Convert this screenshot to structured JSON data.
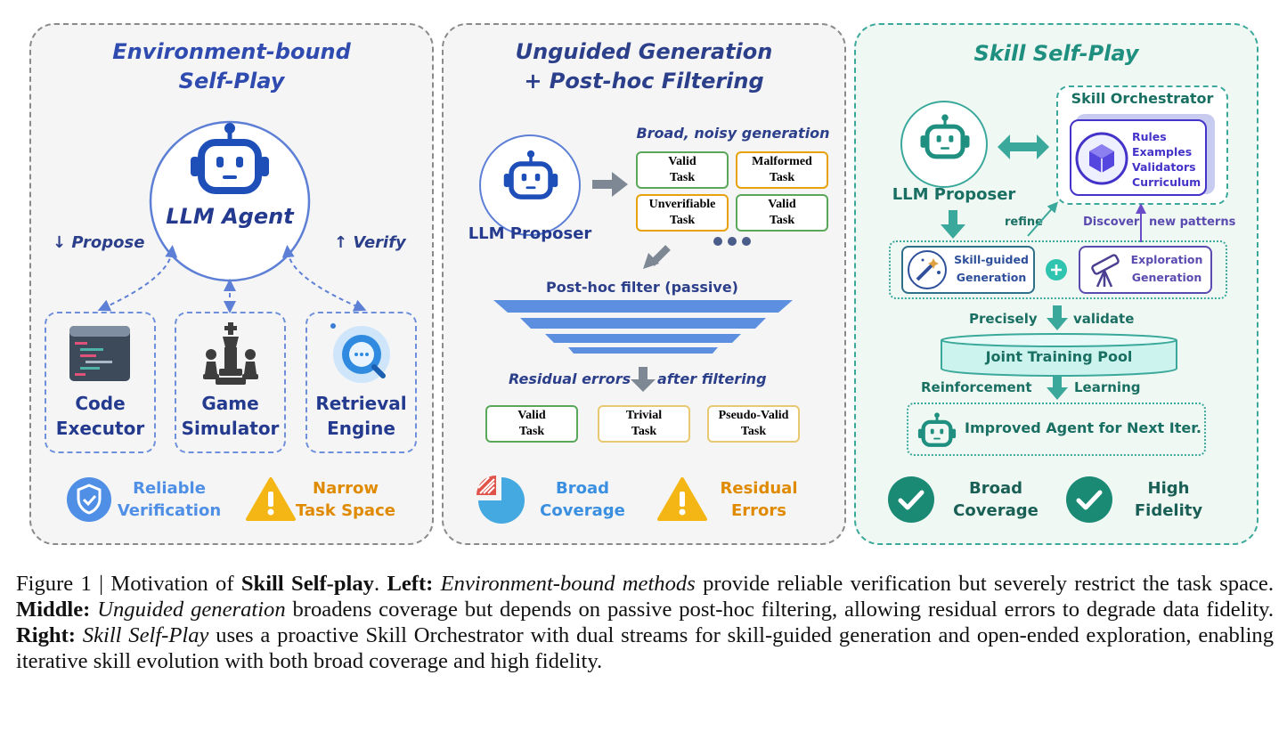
{
  "colors": {
    "left_blue": "#3b5fc4",
    "mid_navy": "#2c3f8a",
    "teal": "#1f8f80",
    "orange": "#e8a10a",
    "green": "#5aa75a"
  },
  "left": {
    "title_l1": "Environment-bound",
    "title_l2": "Self-Play",
    "agent_label": "LLM Agent",
    "propose": "↓ Propose",
    "verify": "↑ Verify",
    "tools": [
      {
        "l1": "Code",
        "l2": "Executor",
        "icon": "code-editor-icon"
      },
      {
        "l1": "Game",
        "l2": "Simulator",
        "icon": "chess-icon"
      },
      {
        "l1": "Retrieval",
        "l2": "Engine",
        "icon": "search-cloud-icon"
      }
    ],
    "pro_l1": "Reliable",
    "pro_l2": "Verification",
    "con_l1": "Narrow",
    "con_l2": "Task Space"
  },
  "middle": {
    "title_l1": "Unguided Generation",
    "title_l2": "+ Post-hoc Filtering",
    "proposer": "LLM Proposer",
    "gen_label": "Broad, noisy generation",
    "gen_tasks": [
      {
        "l1": "Valid",
        "l2": "Task",
        "status": "valid"
      },
      {
        "l1": "Malformed",
        "l2": "Task",
        "status": "bad"
      },
      {
        "l1": "Unverifiable",
        "l2": "Task",
        "status": "bad"
      },
      {
        "l1": "Valid",
        "l2": "Task",
        "status": "valid"
      }
    ],
    "filter_label": "Post-hoc filter (passive)",
    "residual_l": "Residual errors",
    "residual_r": "after filtering",
    "out_tasks": [
      {
        "l1": "Valid",
        "l2": "Task",
        "status": "valid"
      },
      {
        "l1": "Trivial",
        "l2": "Task",
        "status": "bad"
      },
      {
        "l1": "Pseudo-Valid",
        "l2": "Task",
        "status": "bad"
      }
    ],
    "pro_l1": "Broad",
    "pro_l2": "Coverage",
    "con_l1": "Residual",
    "con_l2": "Errors"
  },
  "right": {
    "title": "Skill Self-Play",
    "orchestrator": "Skill Orchestrator",
    "orch_items": [
      "Rules",
      "Examples",
      "Validators",
      "Curriculum"
    ],
    "proposer": "LLM Proposer",
    "refine": "refine",
    "discover": "Discover",
    "new_patterns": "new patterns",
    "skill_gen_l1": "Skill-guided",
    "skill_gen_l2": "Generation",
    "explore_l1": "Exploration",
    "explore_l2": "Generation",
    "validate_l": "Precisely",
    "validate_r": "validate",
    "pool": "Joint Training Pool",
    "rl_l": "Reinforcement",
    "rl_r": "Learning",
    "improved": "Improved Agent for Next Iter.",
    "pro1_l1": "Broad",
    "pro1_l2": "Coverage",
    "pro2_l1": "High",
    "pro2_l2": "Fidelity"
  },
  "caption": {
    "fig": "Figure 1 | Motivation of ",
    "name": "Skill Self-play",
    "p1": ". ",
    "left_h": "Left:",
    "left_i": "Environment-bound methods",
    "left_t": " provide reliable verification but severely restrict the task space. ",
    "mid_h": "Middle:",
    "mid_i": "Unguided generation",
    "mid_t": " broadens coverage but depends on passive post-hoc filtering, allowing residual errors to degrade data fidelity. ",
    "right_h": "Right:",
    "right_i": "Skill Self-Play",
    "right_t": " uses a proactive Skill Orchestrator with dual streams for skill-guided generation and open-ended exploration, enabling iterative skill evolution with both broad coverage and high fidelity."
  }
}
